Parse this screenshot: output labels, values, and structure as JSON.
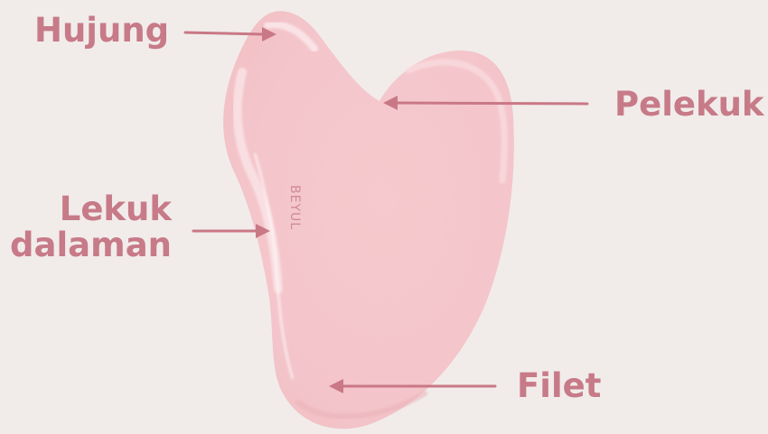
{
  "colors": {
    "background": "#f1ecea",
    "label": "#c77a88",
    "arrow": "#c97886",
    "stone": "#f6cfd2"
  },
  "stone": {
    "brand_text": "BEYUL",
    "icon": "heart-shaped-gua-sha-stone"
  },
  "labels": {
    "tip": "Hujung",
    "notch": "Pelekuk",
    "inner_curve_line1": "Lekuk",
    "inner_curve_line2": "dalaman",
    "fillet": "Filet"
  }
}
